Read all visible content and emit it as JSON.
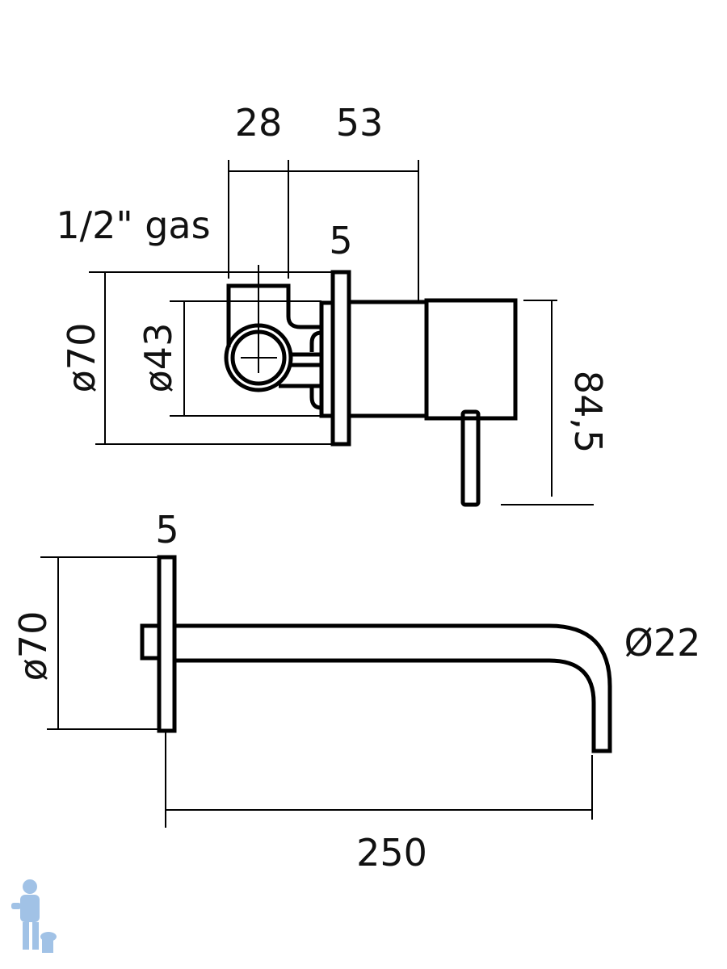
{
  "top_view": {
    "dim_28": "28",
    "dim_53": "53",
    "thread_label": "1/2\" gas",
    "flange_thickness": "5",
    "flange_diameter": "ø70",
    "inner_diameter": "ø43",
    "height": "84,5"
  },
  "bottom_view": {
    "flange_thickness": "5",
    "flange_diameter": "ø70",
    "spout_diameter": "Ø22",
    "spout_length": "250"
  },
  "logo": {
    "color": "#8ab4e0"
  }
}
